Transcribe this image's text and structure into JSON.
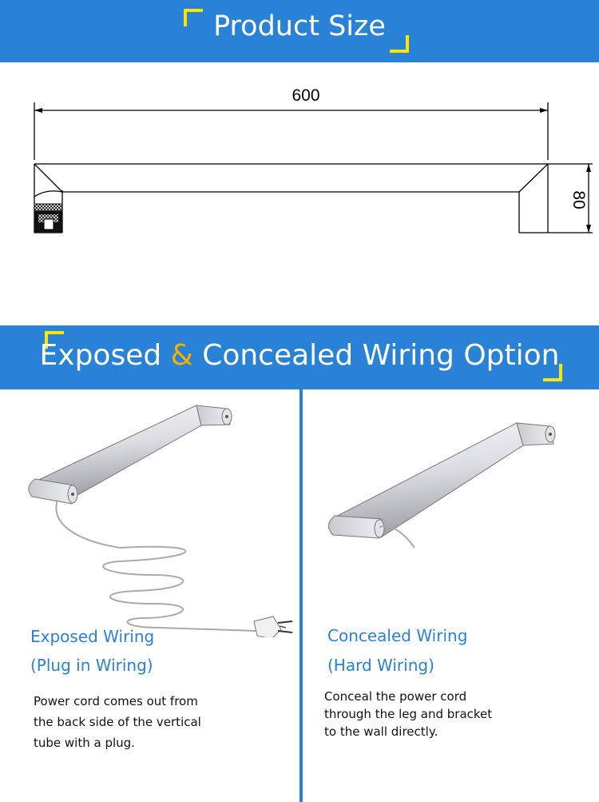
{
  "header": {
    "title": "Product Size"
  },
  "drawing": {
    "width_label": "600",
    "height_label": "80"
  },
  "wiring": {
    "title_part1": "Exposed",
    "title_amp": "&",
    "title_part2": "Concealed Wiring Option"
  },
  "exposed": {
    "title": "Exposed Wiring",
    "subtitle": "(Plug in Wiring)",
    "desc": [
      "Power cord comes out from",
      "the back side of the vertical",
      "tube with a plug."
    ]
  },
  "concealed": {
    "title": "Concealed Wiring",
    "subtitle": "(Hard Wiring)",
    "desc": [
      "Conceal the power cord",
      "through the leg and bracket",
      "to the wall directly."
    ]
  },
  "colors": {
    "banner": "#2a82d6",
    "corner": "#ffe600",
    "amp": "#f2b200",
    "option_title": "#2a82d6"
  }
}
